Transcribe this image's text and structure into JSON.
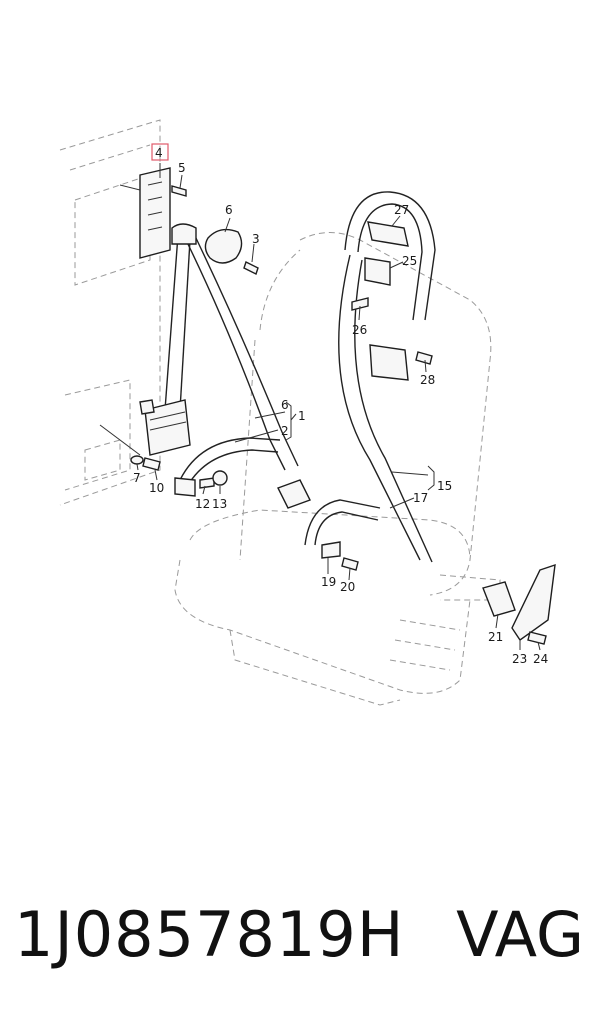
{
  "callouts": [
    "4",
    "5",
    "6",
    "3",
    "27",
    "25",
    "26",
    "28",
    "6",
    "1",
    "2",
    "7",
    "10",
    "12",
    "13",
    "15",
    "17",
    "19",
    "20",
    "21",
    "23",
    "24"
  ],
  "highlight_color": "#e05a6a",
  "footer": {
    "part_number": "1J0857819H",
    "brand": "VAG"
  }
}
